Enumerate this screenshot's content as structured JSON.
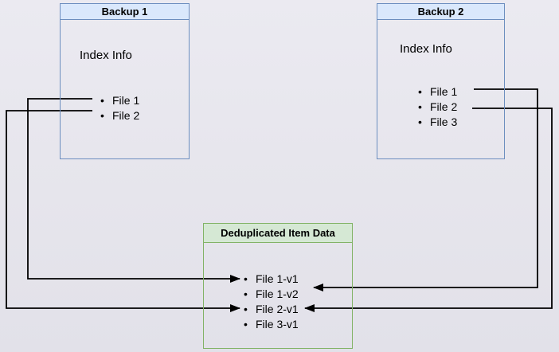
{
  "backup1": {
    "title": "Backup 1",
    "subtitle": "Index Info",
    "items": [
      "File 1",
      "File 2"
    ]
  },
  "backup2": {
    "title": "Backup 2",
    "subtitle": "Index Info",
    "items": [
      "File 1",
      "File 2",
      "File 3"
    ]
  },
  "dedup": {
    "title": "Deduplicated Item Data",
    "items": [
      "File 1-v1",
      "File 1-v2",
      "File 2-v1",
      "File 3-v1"
    ]
  },
  "connections": [
    {
      "from": "Backup 1 / File 1",
      "to": "File 1-v1",
      "direction": "left-to-right"
    },
    {
      "from": "Backup 1 / File 2",
      "to": "File 2-v1",
      "direction": "left-to-right"
    },
    {
      "from": "Backup 2 / File 1",
      "to": "File 1-v2",
      "direction": "right-to-left"
    },
    {
      "from": "Backup 2 / File 2",
      "to": "File 2-v1",
      "direction": "right-to-left"
    }
  ],
  "colors": {
    "backup_border": "#6c8ebf",
    "backup_title_fill": "#dae8fc",
    "dedup_border": "#82b366",
    "dedup_title_fill": "#d5e8d4",
    "arrow": "#000000",
    "text": "#000000",
    "background": "#e6e5ec"
  }
}
